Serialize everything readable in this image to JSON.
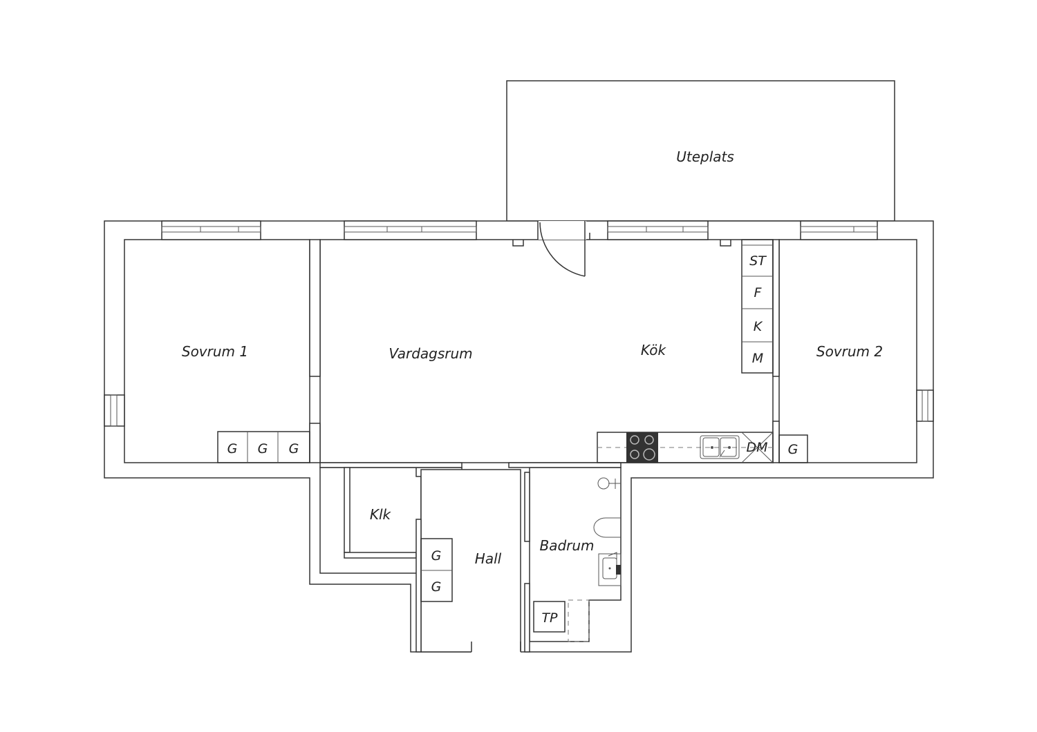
{
  "rooms": {
    "uteplats": "Uteplats",
    "sovrum1": "Sovrum 1",
    "vardagsrum": "Vardagsrum",
    "kok": "Kök",
    "sovrum2": "Sovrum 2",
    "klk": "Klk",
    "hall": "Hall",
    "badrum": "Badrum"
  },
  "fixtures": {
    "garderob": "G",
    "storage": "ST",
    "freezer": "F",
    "fridge": "K",
    "microwave": "M",
    "dishwasher": "DM",
    "tvattmaskin": "TP"
  },
  "colors": {
    "line": "#333333",
    "stove": "#333333"
  }
}
